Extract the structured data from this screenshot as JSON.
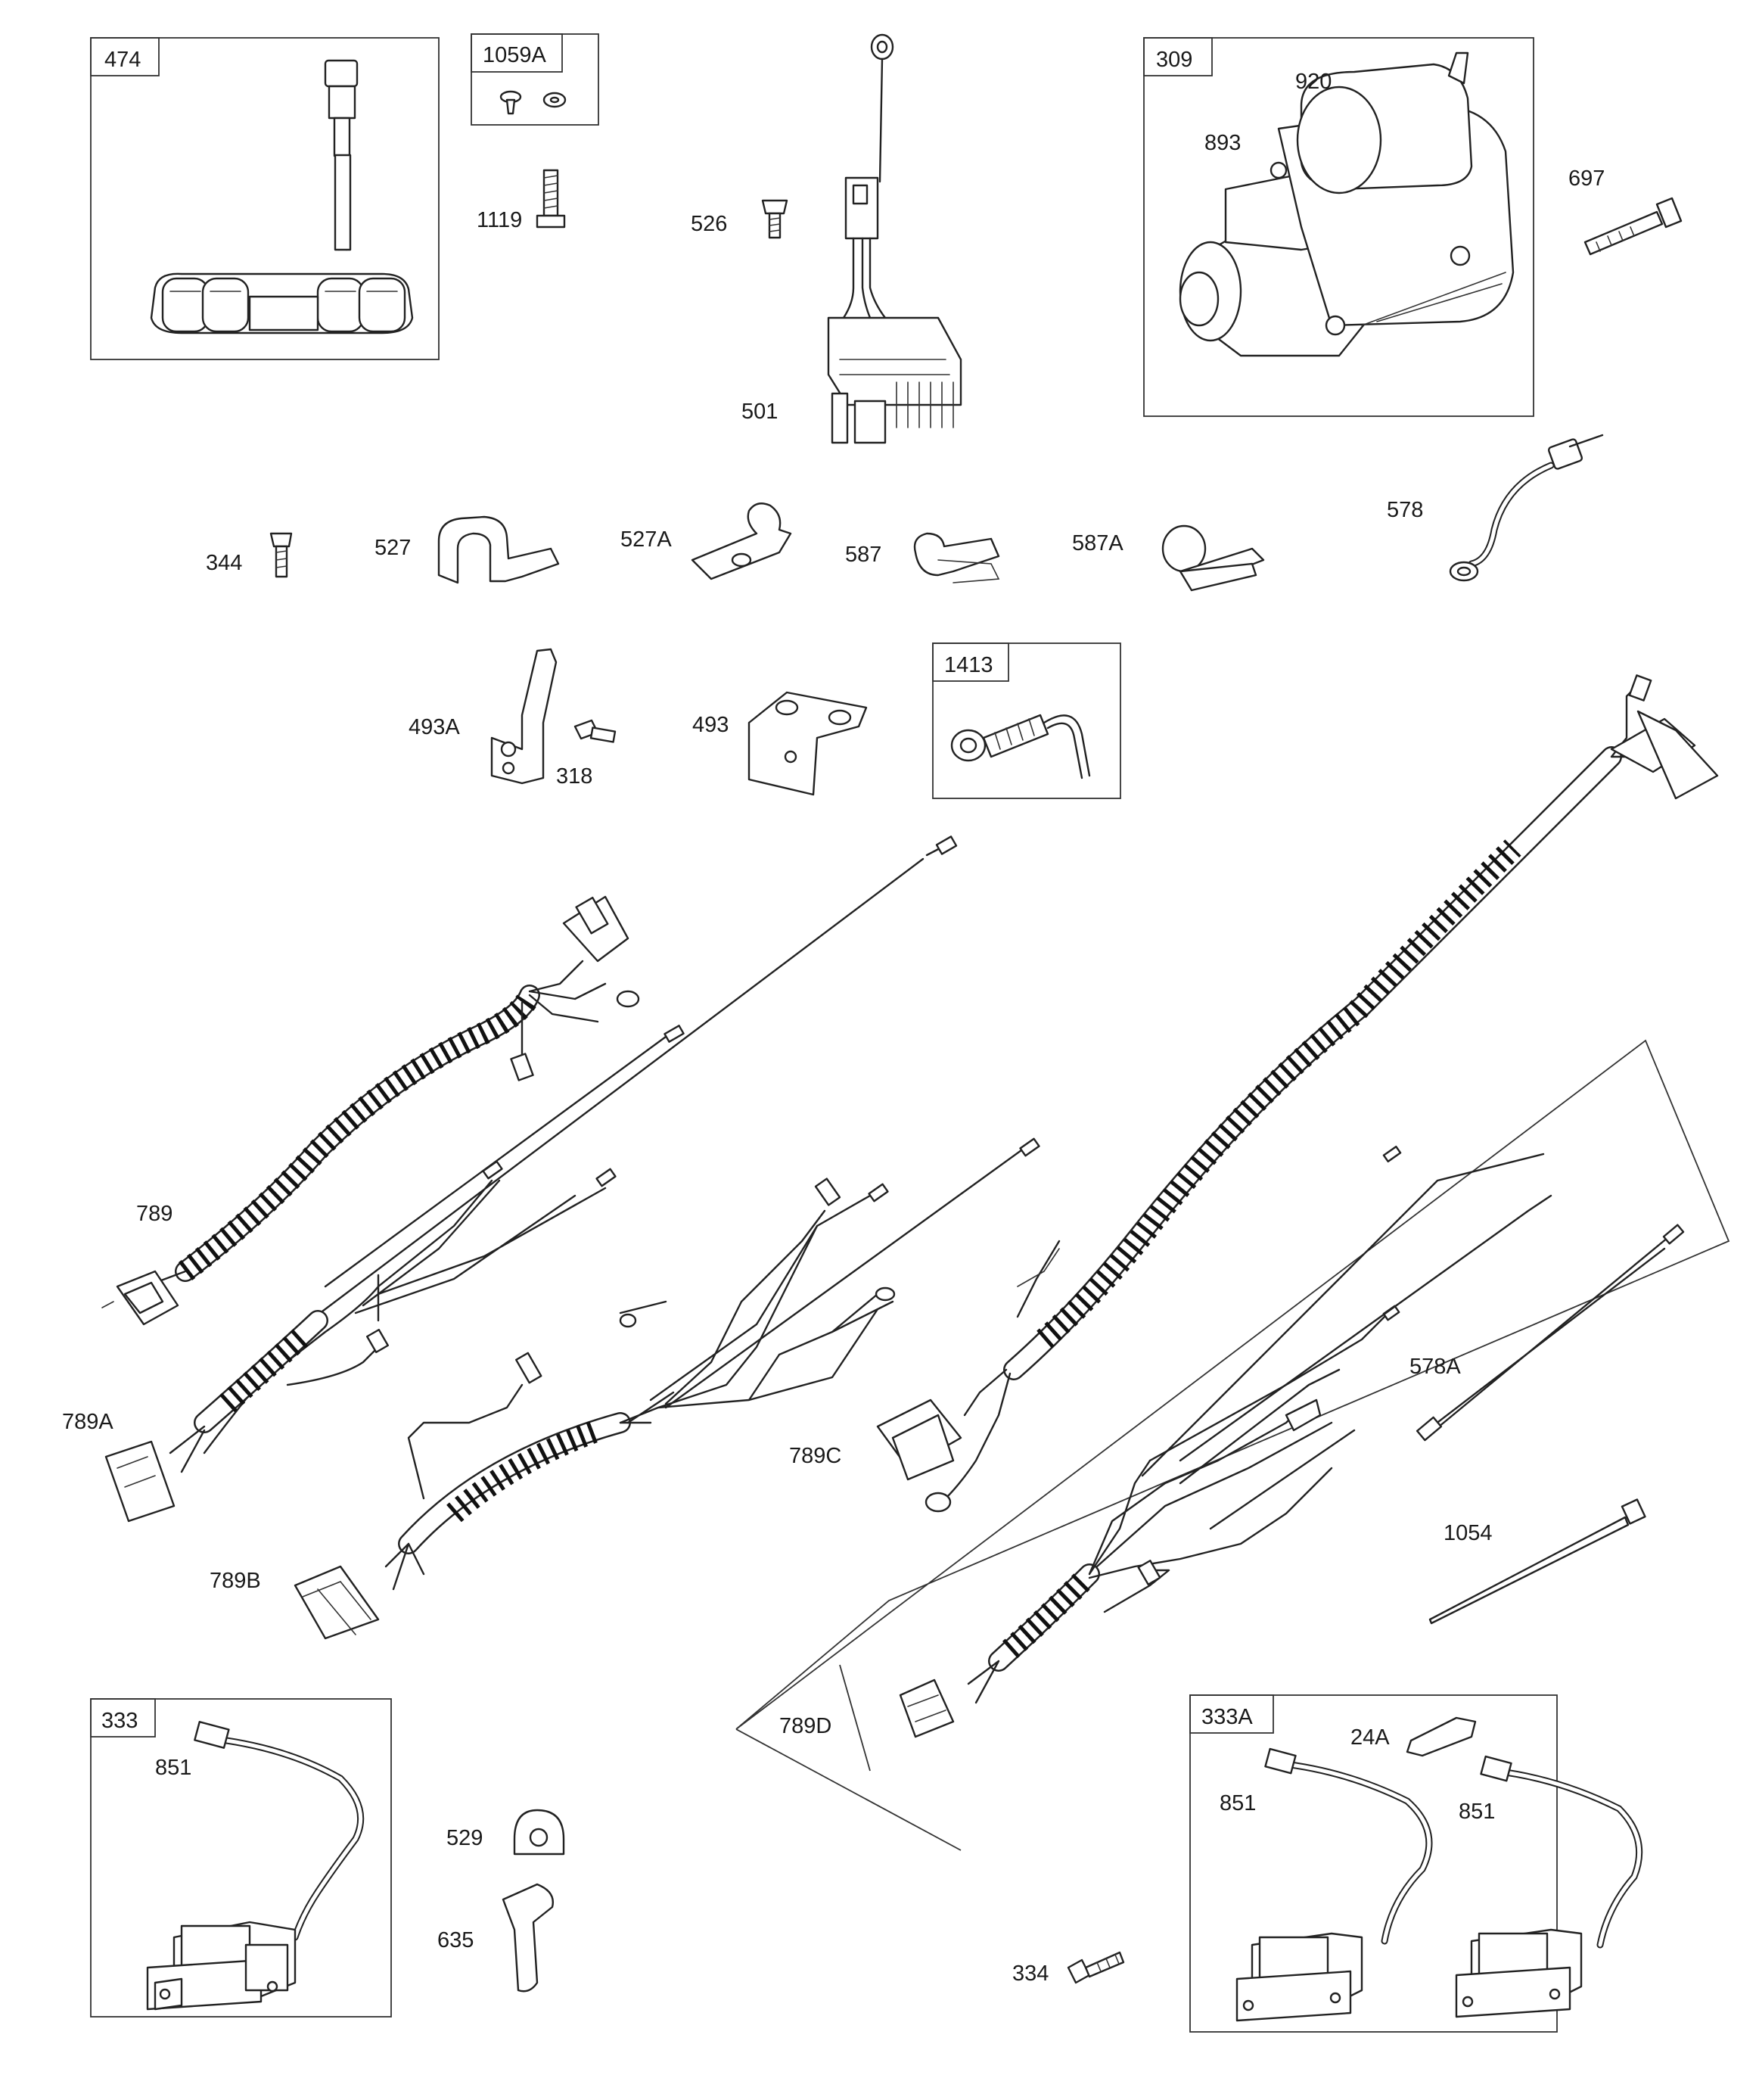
{
  "diagram": {
    "groups": [
      {
        "id": "474"
      },
      {
        "id": "1059A"
      },
      {
        "id": "309"
      },
      {
        "id": "1413"
      },
      {
        "id": "333"
      },
      {
        "id": "333A"
      },
      {
        "id": "789D"
      }
    ],
    "callouts": [
      {
        "id": "474"
      },
      {
        "id": "1059A"
      },
      {
        "id": "1119"
      },
      {
        "id": "526"
      },
      {
        "id": "501"
      },
      {
        "id": "309"
      },
      {
        "id": "920"
      },
      {
        "id": "893"
      },
      {
        "id": "697"
      },
      {
        "id": "578"
      },
      {
        "id": "344"
      },
      {
        "id": "527"
      },
      {
        "id": "527A"
      },
      {
        "id": "587"
      },
      {
        "id": "587A"
      },
      {
        "id": "493A"
      },
      {
        "id": "318"
      },
      {
        "id": "493"
      },
      {
        "id": "1413"
      },
      {
        "id": "789"
      },
      {
        "id": "789A"
      },
      {
        "id": "789B"
      },
      {
        "id": "789C"
      },
      {
        "id": "789D"
      },
      {
        "id": "578A"
      },
      {
        "id": "1054"
      },
      {
        "id": "333"
      },
      {
        "id": "851"
      },
      {
        "id": "529"
      },
      {
        "id": "635"
      },
      {
        "id": "334"
      },
      {
        "id": "333A"
      },
      {
        "id": "24A"
      },
      {
        "id": "851"
      },
      {
        "id": "851"
      }
    ]
  }
}
